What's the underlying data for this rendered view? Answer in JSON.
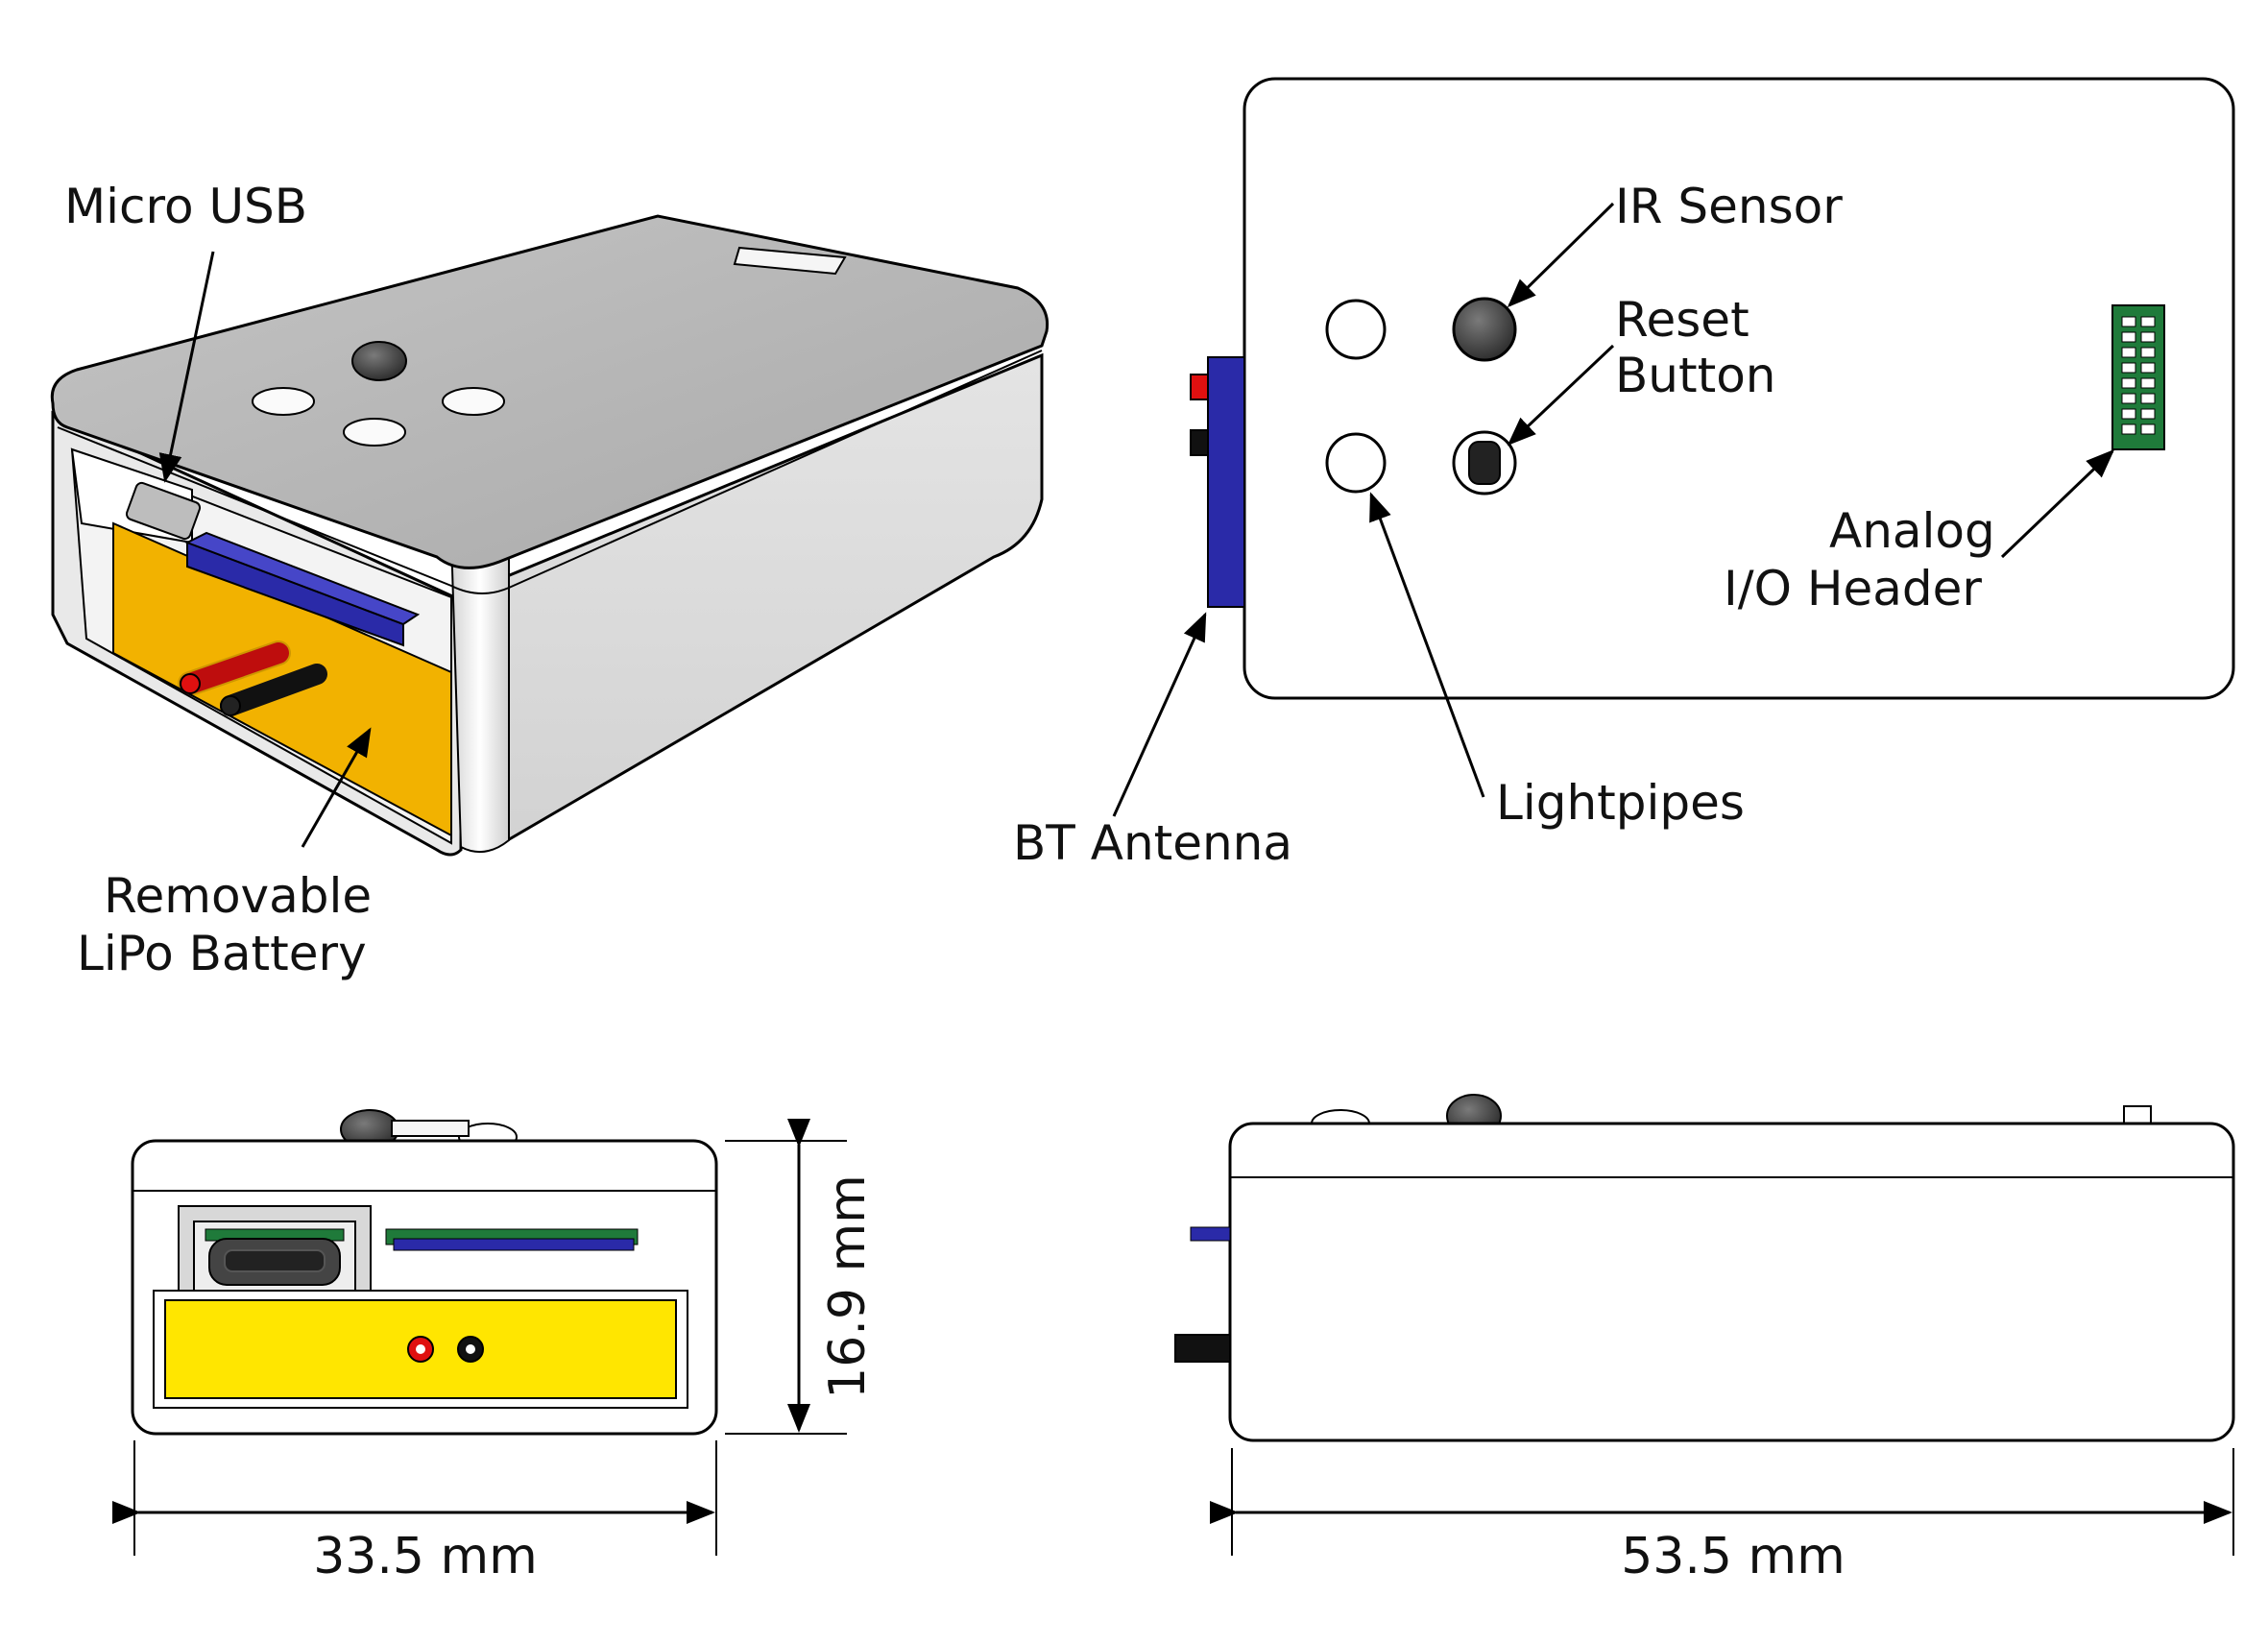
{
  "labels": {
    "micro_usb": "Micro USB",
    "battery_line1": "Removable",
    "battery_line2": "LiPo Battery",
    "ir_sensor": "IR Sensor",
    "reset_line1": "Reset",
    "reset_line2": "Button",
    "analog_line1": "Analog",
    "analog_line2": "I/O Header",
    "bt_antenna": "BT Antenna",
    "lightpipes": "Lightpipes"
  },
  "dimensions": {
    "width": "33.5 mm",
    "height": "16.9 mm",
    "length": "53.5 mm"
  },
  "colors": {
    "battery_orange": "#f2b200",
    "battery_yellow": "#ffe600",
    "antenna_blue": "#2a2aa8",
    "wire_red": "#e01010",
    "header_green": "#1f7a3a",
    "body_light": "#e6e6e6",
    "body_top": "#b9b9b9"
  }
}
